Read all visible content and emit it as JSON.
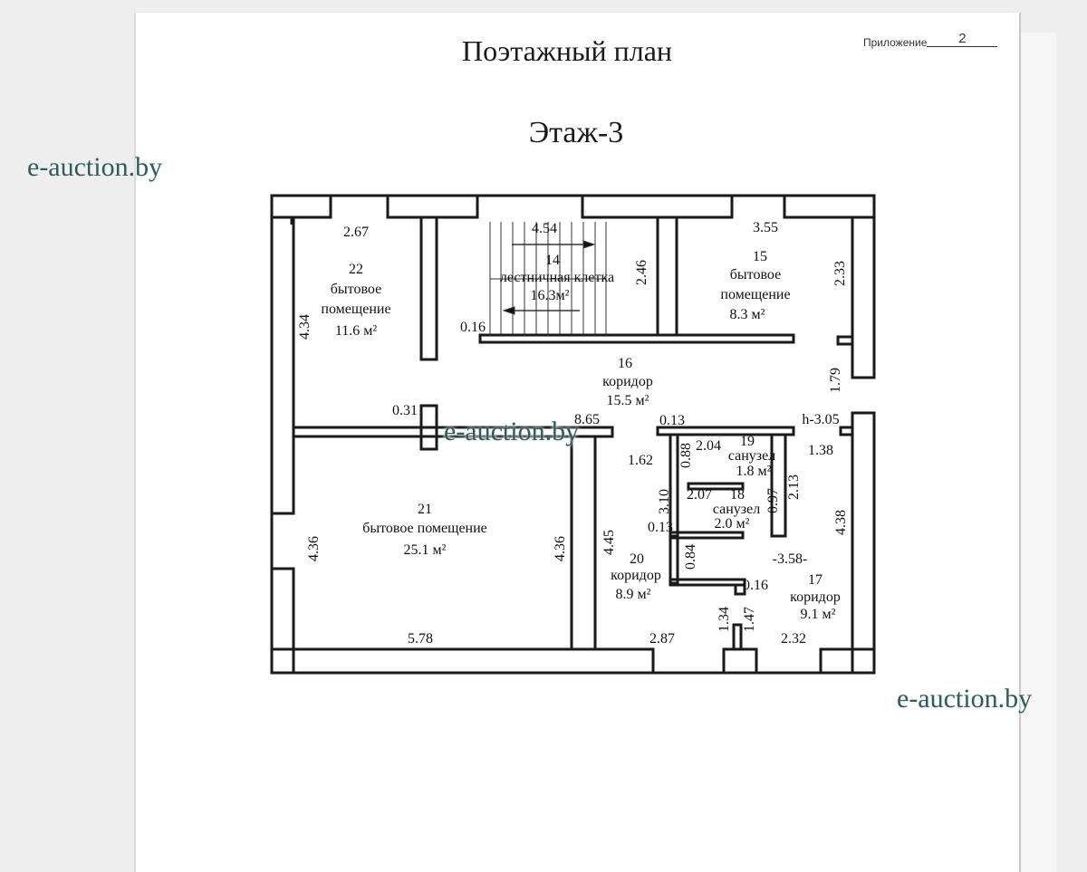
{
  "document": {
    "title": "Поэтажный план",
    "floor_label": "Этаж-3",
    "appendix_label": "Приложение",
    "appendix_number": "2"
  },
  "watermarks": [
    "e-auction.by",
    "e-auction.by",
    "e-auction.by"
  ],
  "rooms": [
    {
      "id": "22",
      "name_line1": "бытовое",
      "name_line2": "помещение",
      "area": "11.6 м²"
    },
    {
      "id": "14",
      "name_line1": "лестничная клетка",
      "area": "16.3м²"
    },
    {
      "id": "15",
      "name_line1": "бытовое",
      "name_line2": "помещение",
      "area": "8.3 м²"
    },
    {
      "id": "16",
      "name_line1": "коридор",
      "area": "15.5 м²"
    },
    {
      "id": "21",
      "name_line1": "бытовое помещение",
      "area": "25.1 м²"
    },
    {
      "id": "19",
      "name_line1": "санузел",
      "area": "1.8 м²"
    },
    {
      "id": "18",
      "name_line1": "санузел",
      "area": "2.0 м²"
    },
    {
      "id": "20",
      "name_line1": "коридор",
      "area": "8.9 м²"
    },
    {
      "id": "17",
      "name_line1": "коридор",
      "area": "9.1 м²"
    }
  ],
  "dimensions": {
    "d_2_67": "2.67",
    "d_4_54": "4.54",
    "d_3_55": "3.55",
    "d_2_46": "2.46",
    "d_2_33": "2.33",
    "d_4_34": "4.34",
    "d_0_16a": "0.16",
    "d_1_79": "1.79",
    "d_0_31": "0.31",
    "d_8_65": "8.65",
    "d_0_13a": "0.13",
    "d_h": "h-3.05",
    "d_1_38": "1.38",
    "d_1_62": "1.62",
    "d_0_88": "0.88",
    "d_2_04": "2.04",
    "d_2_13": "2.13",
    "d_2_07": "2.07",
    "d_0_97": "0.97",
    "d_3_10": "3.10",
    "d_4_36a": "4.36",
    "d_4_36b": "4.36",
    "d_4_45": "4.45",
    "d_0_13b": "0.13",
    "d_0_84": "0.84",
    "d_3_58": "-3.58-",
    "d_0_16b": "0.16",
    "d_4_38": "4.38",
    "d_1_34": "1.34",
    "d_1_47": "1.47",
    "d_5_78": "5.78",
    "d_2_87": "2.87",
    "d_2_32": "2.32"
  }
}
